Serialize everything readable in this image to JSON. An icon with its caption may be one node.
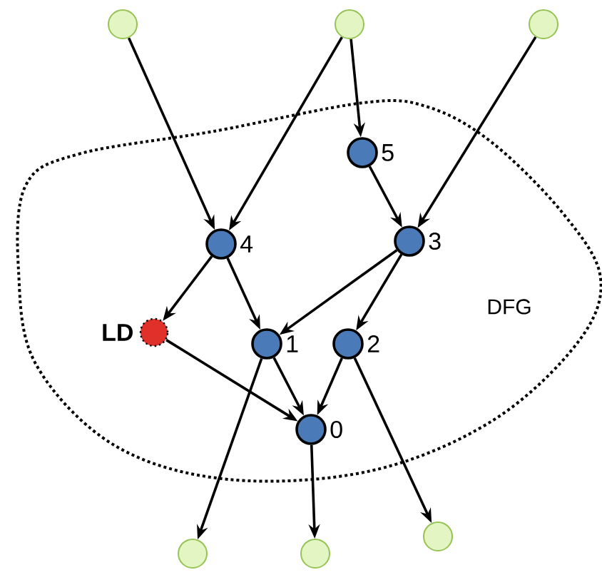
{
  "diagram": {
    "nodes": [
      {
        "text": [
          "DFG"
        ]
      },
      {
        "text": [],
        "shape": "circle"
      },
      {
        "text": [],
        "shape": "circle"
      },
      {
        "text": [],
        "shape": "circle"
      },
      {
        "text": [],
        "shape": "circle",
        "beside": [
          "5"
        ],
        "in": 0
      },
      {
        "text": [],
        "shape": "circle",
        "beside": [
          "4"
        ],
        "in": 0
      },
      {
        "text": [],
        "shape": "circle",
        "beside": [
          "3"
        ],
        "in": 0
      },
      {
        "text": [],
        "shape": "circle",
        "beside": [
          "LD"
        ],
        "in": 0
      },
      {
        "text": [],
        "shape": "circle",
        "beside": [
          "1"
        ],
        "in": 0
      },
      {
        "text": [],
        "shape": "circle",
        "beside": [
          "2"
        ],
        "in": 0
      },
      {
        "text": [],
        "shape": "circle",
        "beside": [
          "0"
        ],
        "in": 0
      },
      {
        "text": [],
        "shape": "circle"
      },
      {
        "text": [],
        "shape": "circle"
      },
      {
        "text": [],
        "shape": "circle"
      }
    ],
    "edges": [
      {
        "from": 1,
        "to": 5,
        "arrow": "to"
      },
      {
        "from": 2,
        "to": 5,
        "arrow": "to"
      },
      {
        "from": 2,
        "to": 4,
        "arrow": "to"
      },
      {
        "from": 3,
        "to": 6,
        "arrow": "to"
      },
      {
        "from": 4,
        "to": 6,
        "arrow": "to"
      },
      {
        "from": 5,
        "to": 7,
        "arrow": "to"
      },
      {
        "from": 5,
        "to": 8,
        "arrow": "to"
      },
      {
        "from": 6,
        "to": 8,
        "arrow": "to"
      },
      {
        "from": 6,
        "to": 9,
        "arrow": "to"
      },
      {
        "from": 7,
        "to": 10,
        "arrow": "to"
      },
      {
        "from": 8,
        "to": 10,
        "arrow": "to"
      },
      {
        "from": 9,
        "to": 10,
        "arrow": "to"
      },
      {
        "from": 8,
        "to": 11,
        "arrow": "to"
      },
      {
        "from": 10,
        "to": 12,
        "arrow": "to"
      },
      {
        "from": 9,
        "to": 13,
        "arrow": "to"
      }
    ]
  }
}
